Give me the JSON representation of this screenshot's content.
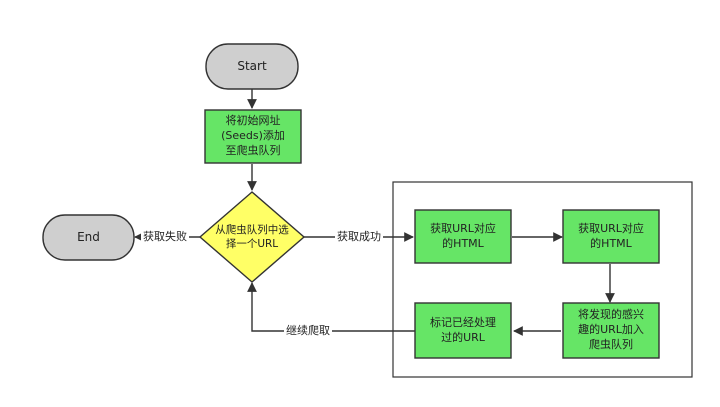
{
  "colors": {
    "terminal_fill": "#cfcfcf",
    "process_fill": "#66e566",
    "decision_fill": "#ffff66",
    "stroke": "#333333"
  },
  "nodes": {
    "start": "Start",
    "end": "End",
    "add_seeds": "将初始网址\n(Seeds)添加\n至爬虫队列",
    "decision": "从爬虫队列中选\n择一个URL",
    "get_html_1": "获取URL对应\n的HTML",
    "get_html_2": "获取URL对应\n的HTML",
    "add_found_urls": "将发现的感兴\n趣的URL加入\n爬虫队列",
    "mark_processed": "标记已经处理\n过的URL"
  },
  "edges": {
    "fail": "获取失败",
    "success": "获取成功",
    "continue": "继续爬取"
  }
}
